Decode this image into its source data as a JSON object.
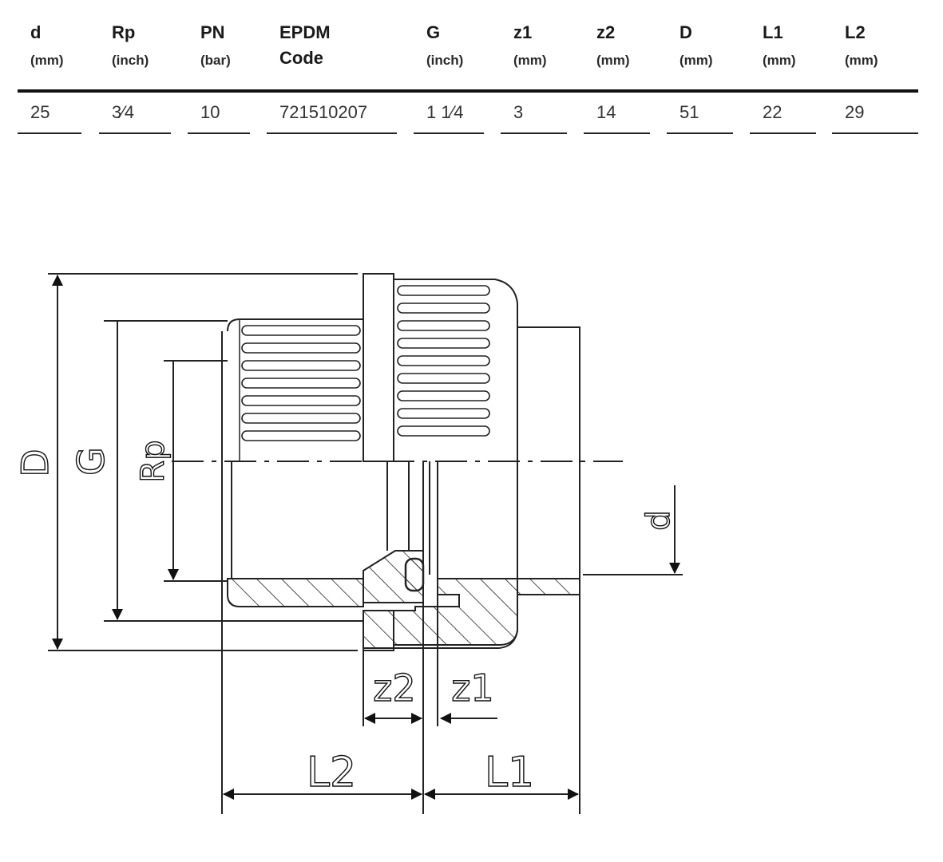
{
  "table": {
    "columns": [
      {
        "name": "d",
        "unit": "(mm)",
        "value": "25"
      },
      {
        "name": "Rp",
        "unit": "(inch)",
        "value": "3⁄4"
      },
      {
        "name": "PN",
        "unit": "(bar)",
        "value": "10"
      },
      {
        "name": "EPDM",
        "name2": "Code",
        "value": "721510207"
      },
      {
        "name": "G",
        "unit": "(inch)",
        "value": "1 1⁄4"
      },
      {
        "name": "z1",
        "unit": "(mm)",
        "value": "3"
      },
      {
        "name": "z2",
        "unit": "(mm)",
        "value": "14"
      },
      {
        "name": "D",
        "unit": "(mm)",
        "value": "51"
      },
      {
        "name": "L1",
        "unit": "(mm)",
        "value": "22"
      },
      {
        "name": "L2",
        "unit": "(mm)",
        "value": "29"
      }
    ]
  },
  "drawing": {
    "labels": {
      "D": "D",
      "G": "G",
      "Rp": "Rp",
      "d": "d",
      "z2": "z2",
      "z1": "z1",
      "L2": "L2",
      "L1": "L1"
    }
  }
}
